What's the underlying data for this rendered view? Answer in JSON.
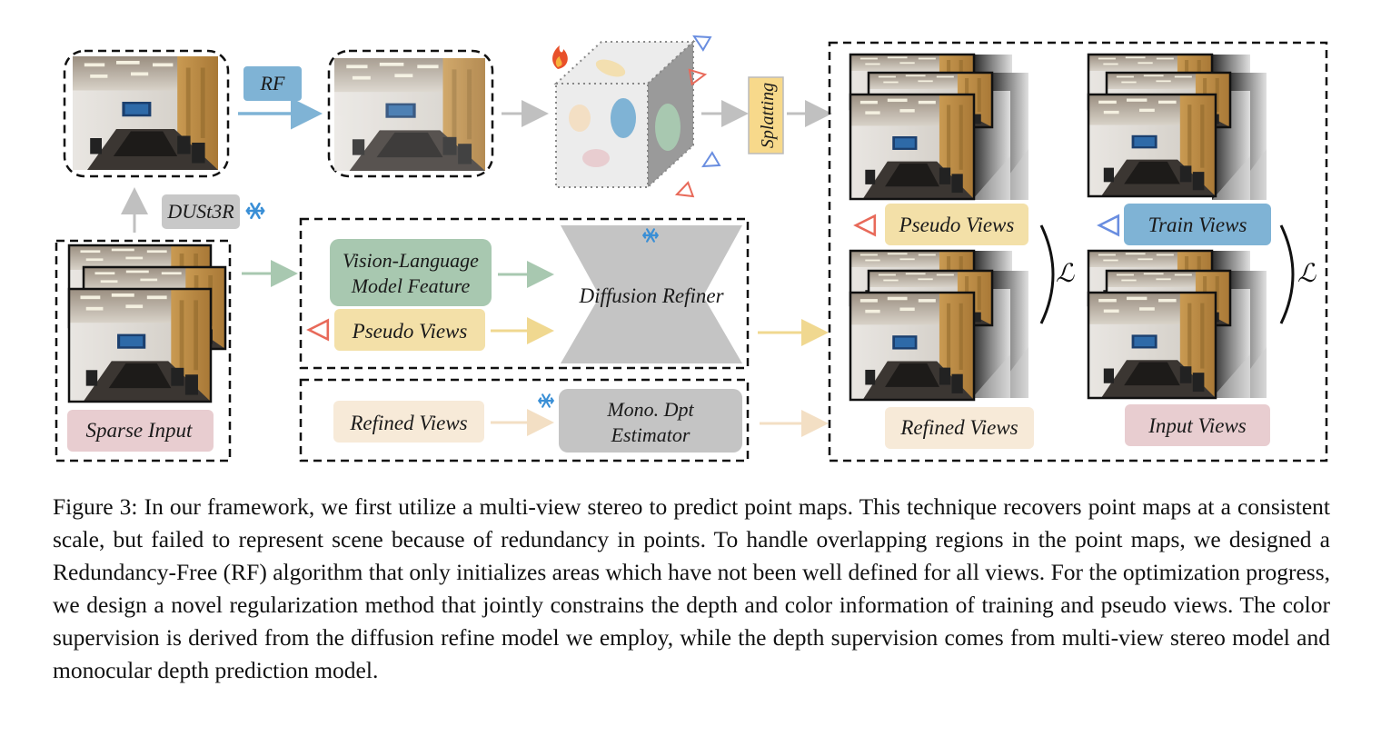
{
  "figure": {
    "labels": {
      "rf": "RF",
      "dust3r": "DUSt3R",
      "splatting": "Splatting",
      "sparse_input": "Sparse Input",
      "vlm_feature_line1": "Vision-Language",
      "vlm_feature_line2": "Model Feature",
      "pseudo_views_mid": "Pseudo Views",
      "diffusion_refiner": "Diffusion Refiner",
      "refined_views_mid": "Refined Views",
      "mono_dpt_line1": "Mono. Dpt",
      "mono_dpt_line2": "Estimator",
      "pseudo_views_right": "Pseudo Views",
      "train_views": "Train Views",
      "refined_views_right": "Refined Views",
      "input_views": "Input Views",
      "loss_symbol": "ℒ"
    },
    "icons": {
      "frozen": "snowflake-icon",
      "trainable": "fire-icon",
      "camera": "camera-frustum-icon"
    },
    "colors": {
      "rf_box": "#7fb3d5",
      "splatting_box": "#f7d98b",
      "sparse_input_box": "#e8cdd0",
      "dust3r_box": "#c8c8c8",
      "vlm_box": "#a8c8b0",
      "pseudo_views_box": "#f3e0a8",
      "refined_views_box": "#f7ead8",
      "mono_dpt_box": "#c4c4c4",
      "diffusion_refiner": "#c4c4c4",
      "train_views_box": "#7fb3d5",
      "input_views_box": "#e8cdd0",
      "snowflake": "#3a8fd6",
      "pseudo_camera": "#e86a5a",
      "train_camera": "#6a8ee0"
    }
  },
  "caption": "Figure 3: In our framework, we first utilize a multi-view stereo to predict point maps. This technique recovers point maps at a consistent scale, but failed to represent scene because of redundancy in points. To handle overlapping regions in the point maps, we designed a Redundancy-Free (RF) algorithm that only initializes areas which have not been well defined for all views. For the optimization progress, we design a novel regularization method that jointly constrains the depth and color information of training and pseudo views. The color supervision is derived from the diffusion refine model we employ, while the depth supervision comes from multi-view stereo model and monocular depth prediction model."
}
